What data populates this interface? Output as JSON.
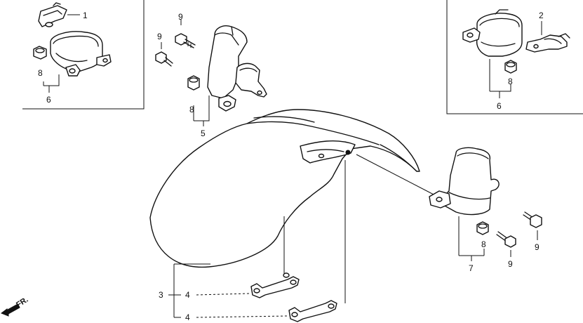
{
  "callouts": {
    "c1": "1",
    "c2": "2",
    "c3": "3",
    "c4a": "4",
    "c4b": "4",
    "c5": "5",
    "c6a": "6",
    "c6b": "6",
    "c7": "7",
    "c8a": "8",
    "c8b": "8",
    "c8c": "8",
    "c8d": "8",
    "c9a": "9",
    "c9b": "9",
    "c9c": "9",
    "c9d": "9"
  },
  "direction_label": "FR."
}
